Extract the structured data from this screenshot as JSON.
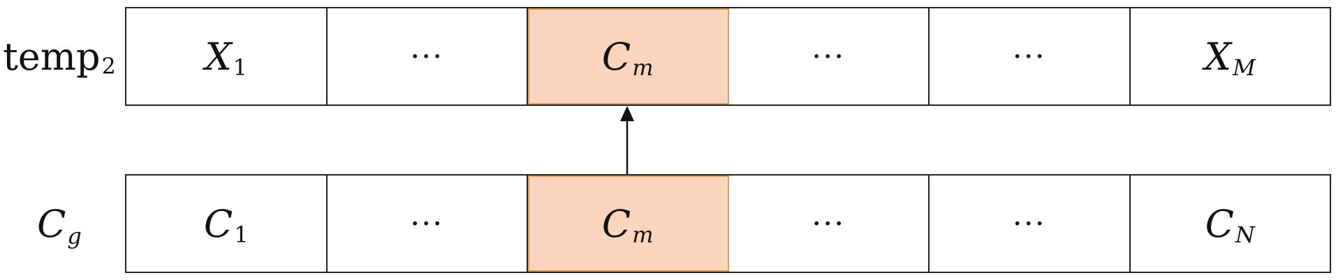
{
  "rows": {
    "top": {
      "label": "temp",
      "label_sub": "2",
      "cells": [
        {
          "main": "X",
          "sub": "1"
        },
        {
          "main": "···",
          "sub": ""
        },
        {
          "main": "C",
          "sub": "m"
        },
        {
          "main": "···",
          "sub": ""
        },
        {
          "main": "···",
          "sub": ""
        },
        {
          "main": "X",
          "sub": "M"
        }
      ]
    },
    "bottom": {
      "label": "C",
      "label_sub": "g",
      "cells": [
        {
          "main": "C",
          "sub": "1"
        },
        {
          "main": "···",
          "sub": ""
        },
        {
          "main": "C",
          "sub": "m"
        },
        {
          "main": "···",
          "sub": ""
        },
        {
          "main": "···",
          "sub": ""
        },
        {
          "main": "C",
          "sub": "N"
        }
      ]
    }
  },
  "highlight_index": 2,
  "colors": {
    "highlight_fill": "#fad4bc",
    "highlight_border": "#d5a055",
    "line": "#222222"
  }
}
